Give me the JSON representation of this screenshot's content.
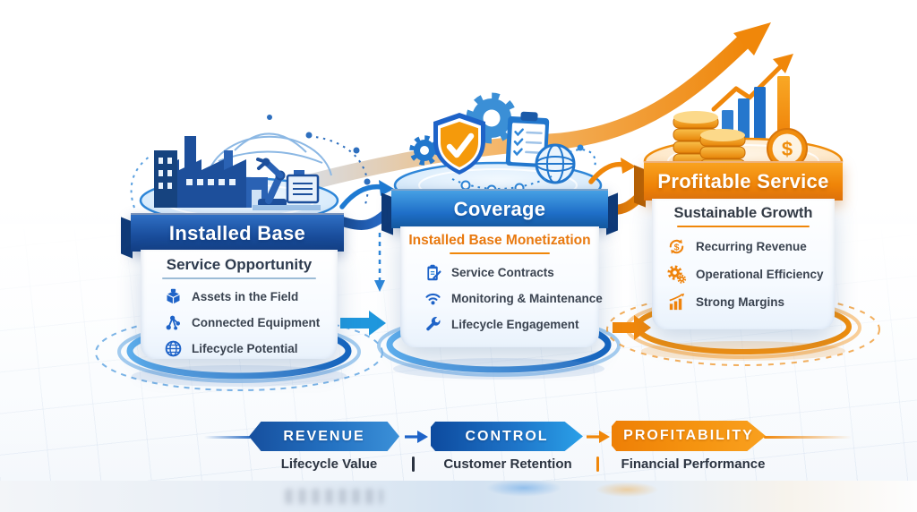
{
  "pillars": [
    {
      "title": "Installed Base",
      "subtitle": "Service Opportunity",
      "items": [
        {
          "label": "Assets in the Field",
          "icon": "asset-box-icon"
        },
        {
          "label": "Connected Equipment",
          "icon": "network-icon"
        },
        {
          "label": "Lifecycle Potential",
          "icon": "globe-icon"
        }
      ],
      "illustration_icons": [
        "factory-icon",
        "robot-arm-icon",
        "dome-globe-icon",
        "machine-icon"
      ]
    },
    {
      "title": "Coverage",
      "subtitle": "Installed Base Monetization",
      "items": [
        {
          "label": "Service Contracts",
          "icon": "clipboard-pencil-icon"
        },
        {
          "label": "Monitoring & Maintenance",
          "icon": "wifi-icon"
        },
        {
          "label": "Lifecycle Engagement",
          "icon": "wrench-icon"
        }
      ],
      "illustration_icons": [
        "shield-check-icon",
        "gear-icon",
        "clipboard-checklist-icon",
        "globe-icon"
      ]
    },
    {
      "title": "Profitable Service",
      "subtitle": "Sustainable Growth",
      "items": [
        {
          "label": "Recurring Revenue",
          "icon": "dollar-cycle-icon"
        },
        {
          "label": "Operational Efficiency",
          "icon": "gears-icon"
        },
        {
          "label": "Strong Margins",
          "icon": "margin-chart-icon"
        }
      ],
      "illustration_icons": [
        "coin-stack-icon",
        "bar-chart-icon",
        "dollar-coin-icon",
        "growth-arrow-icon"
      ]
    }
  ],
  "flow": {
    "steps": [
      {
        "label": "REVENUE",
        "sublabel": "Lifecycle Value"
      },
      {
        "label": "CONTROL",
        "sublabel": "Customer Retention"
      },
      {
        "label": "PROFITABILITY",
        "sublabel": "Financial Performance"
      }
    ],
    "separator": "|"
  },
  "glyphs": {
    "dollar": "$"
  },
  "colors": {
    "blue_dark": "#16437f",
    "blue": "#1e63c8",
    "blue_mid": "#2e86d8",
    "blue_light": "#7fb6e8",
    "orange": "#f0870a",
    "orange_dark": "#d9730a",
    "orange_light": "#f9a825",
    "text_dark": "#3a4350",
    "accent_text_orange": "#e8790f"
  }
}
